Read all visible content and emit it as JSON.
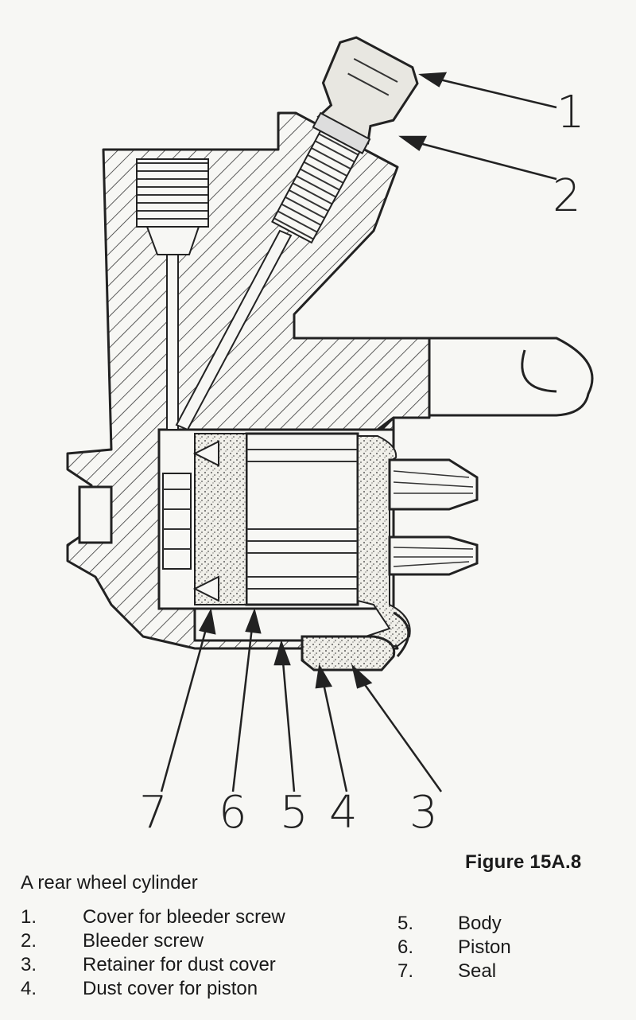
{
  "figure_label": "Figure 15A.8",
  "caption": "A rear wheel cylinder",
  "callout_numbers": [
    "1",
    "2",
    "3",
    "4",
    "5",
    "6",
    "7"
  ],
  "legend": {
    "left": [
      {
        "num": "1.",
        "label": "Cover for bleeder screw"
      },
      {
        "num": "2.",
        "label": "Bleeder screw"
      },
      {
        "num": "3.",
        "label": "Retainer for dust cover"
      },
      {
        "num": "4.",
        "label": "Dust cover for piston"
      }
    ],
    "right": [
      {
        "num": "5.",
        "label": "Body"
      },
      {
        "num": "6.",
        "label": "Piston"
      },
      {
        "num": "7.",
        "label": "Seal"
      }
    ]
  }
}
